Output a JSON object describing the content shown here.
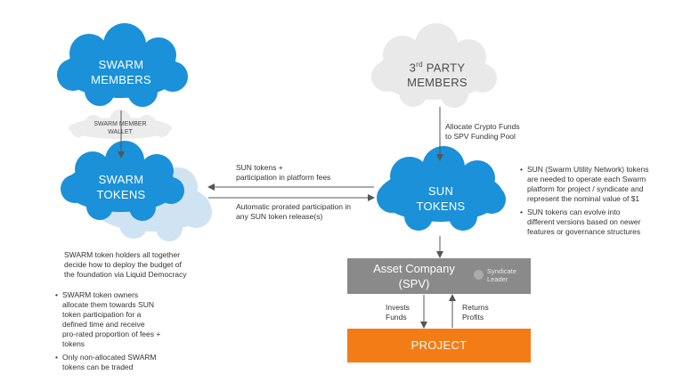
{
  "clouds": {
    "swarm_members": {
      "line1": "SWARM",
      "line2": "MEMBERS"
    },
    "third_party": {
      "line1_prefix": "3",
      "line1_sup": "rd",
      "line1_suffix": " PARTY",
      "line2": "MEMBERS"
    },
    "wallet": {
      "line1": "SWARM MEMBER",
      "line2": "WALLET"
    },
    "swarm_tokens": {
      "line1": "SWARM",
      "line2": "TOKENS"
    },
    "sun_tokens": {
      "line1": "SUN",
      "line2": "TOKENS"
    }
  },
  "flows": {
    "allocate": {
      "line1": "Allocate Crypto Funds",
      "line2": "to SPV Funding Pool"
    },
    "sun_fees": {
      "line1": "SUN tokens +",
      "line2": "participation in platform fees"
    },
    "prorated": {
      "line1": "Automatic prorated participation in",
      "line2": "any SUN token release(s)"
    },
    "invests": {
      "line1": "Invests",
      "line2": "Funds"
    },
    "returns": {
      "line1": "Returns",
      "line2": "Profits"
    }
  },
  "asset_company": {
    "line1": "Asset Company",
    "line2": "(SPV)",
    "syndicate_line1": "Syndicate",
    "syndicate_line2": "Leader"
  },
  "project": {
    "label": "PROJECT"
  },
  "notes": {
    "swarm_para": [
      "SWARM token holders all together",
      "decide how to deploy the budget of",
      "the foundation via Liquid Democracy"
    ],
    "swarm_bullets": [
      [
        "SWARM token owners",
        "allocate them towards SUN",
        "token participation for a",
        "defined time and receive",
        "pro-rated proportion of fees +",
        "tokens"
      ],
      [
        "Only non-allocated SWARM",
        "tokens can be traded"
      ]
    ],
    "sun_bullets": [
      [
        "SUN (Swarm Utility Network) tokens",
        "are needed to operate each Swarm",
        "platform for project / syndicate and",
        "represent the nominal value of $1"
      ],
      [
        "SUN tokens can evolve into",
        "different versions based on newer",
        "features or governance structures"
      ]
    ]
  },
  "colors": {
    "blue": "#1a91d8",
    "grey_cloud": "#e9e9e9",
    "light_blue": "#cfe3f3",
    "asset": "#8a8a8a",
    "project": "#f47c16",
    "arrow": "#555555"
  }
}
